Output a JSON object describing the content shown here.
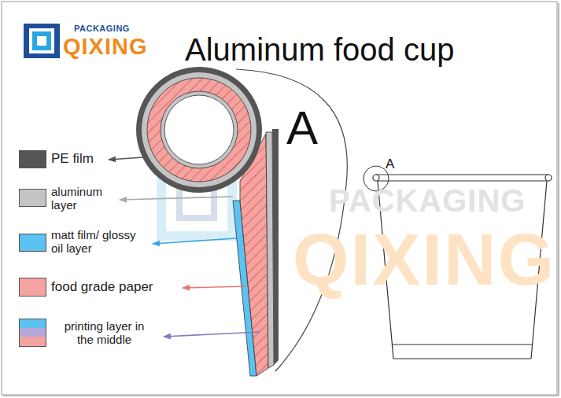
{
  "diagram": {
    "title": "Aluminum food cup",
    "labels": [
      "PACKAGING",
      "QIXING",
      "A",
      "A",
      "PACKAGING",
      "QIXING"
    ],
    "legend": [
      {
        "text": "PE film",
        "color": "#555555"
      },
      {
        "text": "aluminum layer",
        "color": "#c4c4c4"
      },
      {
        "text": "matt film/ glossy oil layer",
        "color": "#5bc2f2"
      },
      {
        "text": "food grade paper",
        "color": "#f4a3a0"
      },
      {
        "text": "printing layer in the middle"
      }
    ]
  }
}
